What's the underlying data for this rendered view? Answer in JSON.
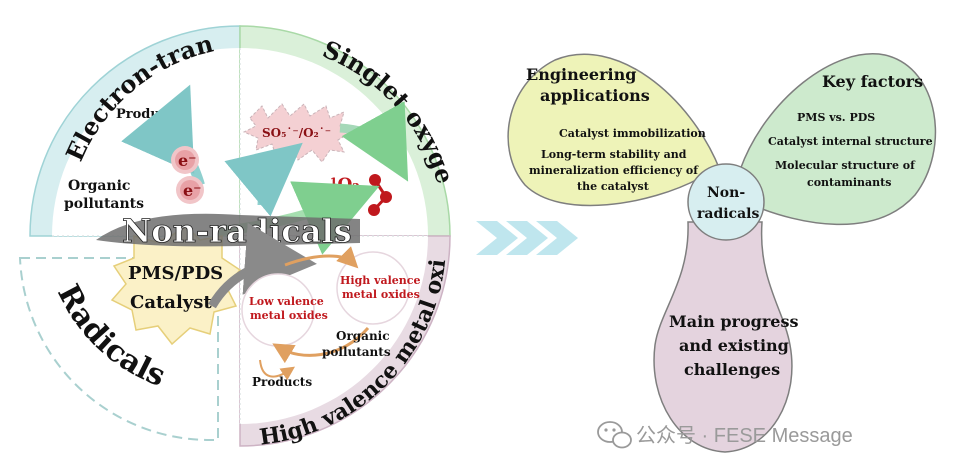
{
  "left": {
    "quadrants": {
      "electron_transfer": "Electron-transfer",
      "singlet_oxygen": "Singlet oxygen",
      "high_valence": "High valence metal oxides",
      "radicals": "Radicals"
    },
    "center_title": "Non-radicals",
    "catalyst_lines": [
      "PMS/PDS",
      "Catalyst"
    ],
    "et_labels": {
      "products": "Products",
      "organic": [
        "Organic",
        "pollutants"
      ],
      "electron": "e⁻"
    },
    "so_labels": {
      "so5": "SO₅˙⁻/O₂˙⁻",
      "singlet": "¹O₂"
    },
    "hv_labels": {
      "high": [
        "High valence",
        "metal oxides"
      ],
      "low": [
        "Low valence",
        "metal oxides"
      ],
      "organic": [
        "Organic",
        "pollutants"
      ],
      "products": "Products"
    }
  },
  "right": {
    "engineering": {
      "title": [
        "Engineering",
        "applications"
      ],
      "items": [
        "Catalyst immobilization",
        "Long-term stability and",
        "mineralization efficiency of",
        "the catalyst"
      ]
    },
    "key_factors": {
      "title": "Key factors",
      "items": [
        "PMS vs. PDS",
        "Catalyst internal structure",
        "Molecular structure of",
        "contaminants"
      ]
    },
    "progress": {
      "title": [
        "Main progress",
        "and existing",
        "challenges"
      ]
    },
    "center": [
      "Non-",
      "radicals"
    ]
  },
  "watermark": "公众号 · FESE Message",
  "colors": {
    "ring_blue": "#d7eef0",
    "ring_green": "#daf0d9",
    "ring_lilac": "#e8dbe3",
    "petal_yellow": "#eef3b8",
    "petal_green": "#cdeacd",
    "petal_lilac": "#e4d3de",
    "arrow_blue": "#bfe6ee",
    "accent_red": "#c0181d"
  }
}
